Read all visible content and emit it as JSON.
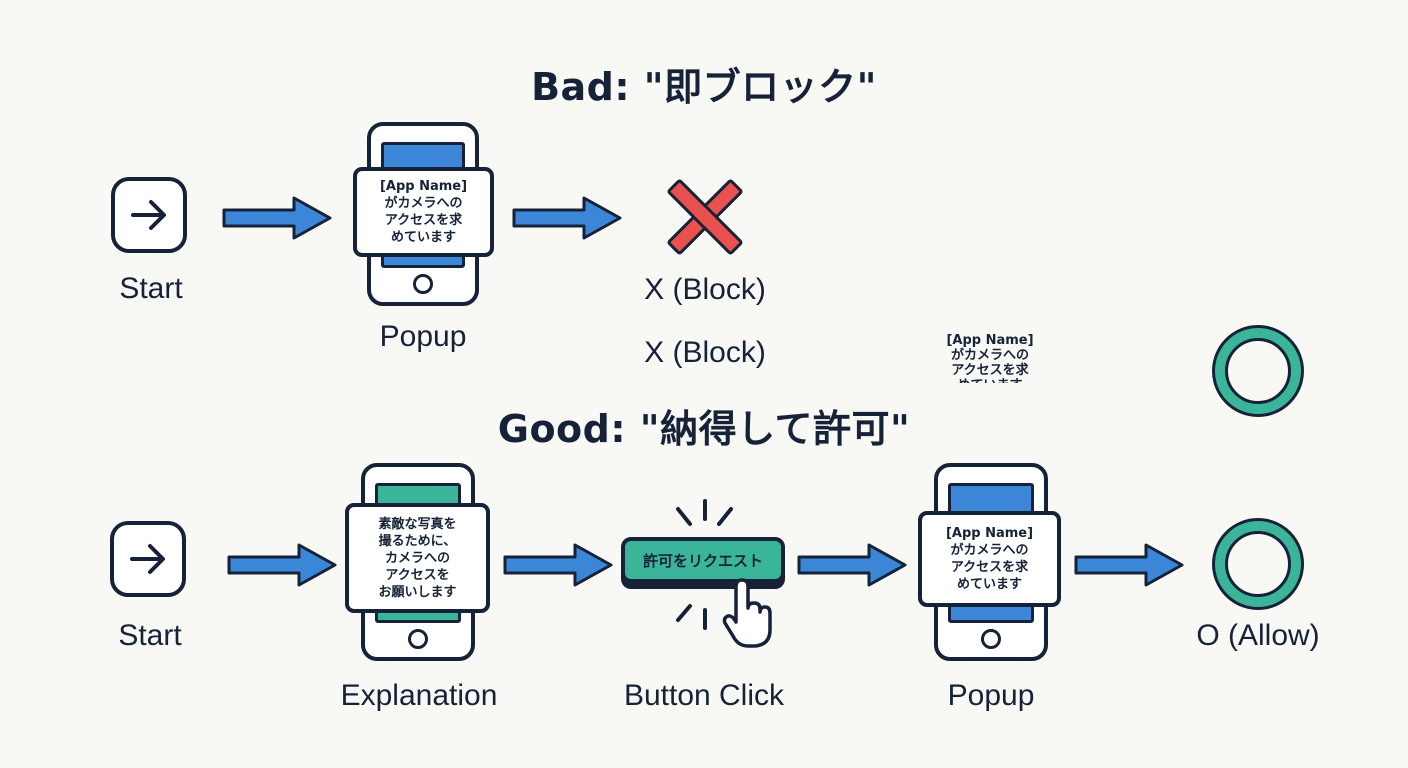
{
  "bad": {
    "title": "Bad: \"即ブロック\"",
    "start_label": "Start",
    "popup_label": "Popup",
    "popup_dialog_text": "[App Name]\nがカメラへの\nアクセスを求\nめています",
    "block_label": "X (Block)",
    "block_label_repeat": "X (Block)"
  },
  "good": {
    "title": "Good: \"納得して許可\"",
    "start_label": "Start",
    "explanation_label": "Explanation",
    "explanation_dialog_text": "素敵な写真を\n撮るために、\nカメラへの\nアクセスを\nお願いします",
    "button_click_label": "Button Click",
    "request_button_text": "許可をリクエスト",
    "popup_label": "Popup",
    "popup_dialog_text": "[App Name]\nがカメラへの\nアクセスを求\nめています",
    "allow_label": "O (Allow)"
  },
  "stray_popup_text": "[App Name]\nがカメラへの\nアクセスを求\nめています",
  "colors": {
    "navy": "#152238",
    "arrow_blue": "#3c86d8",
    "screen_blue": "#3c86d8",
    "screen_green": "#3bb59a",
    "block_red": "#e8514e",
    "allow_green": "#3bb59a"
  },
  "icons": {
    "start": "arrow-right-icon",
    "block": "x-mark-icon",
    "allow": "circle-icon",
    "click": "pointer-hand-icon"
  }
}
